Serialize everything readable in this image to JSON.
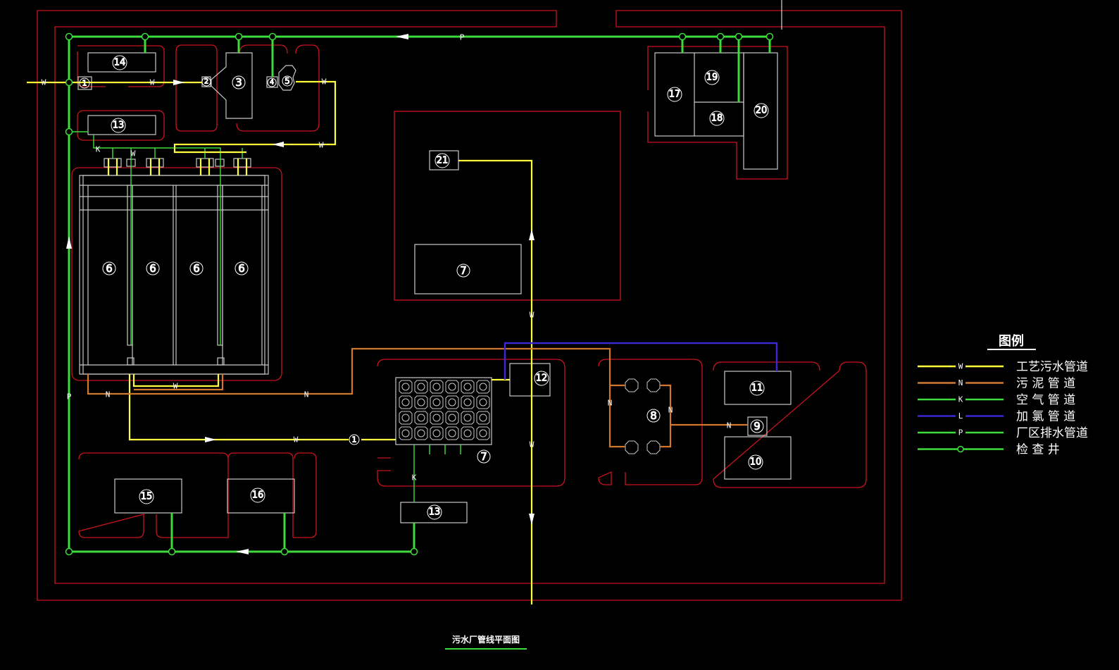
{
  "colors": {
    "background": "#000000",
    "boundary": "#c8141e",
    "wastewater": "#ffff3c",
    "sludge": "#d2782d",
    "air": "#3cdc3c",
    "chlorine": "#3c28d2",
    "drainage": "#3cdc3c",
    "structure": "#c8c8c8"
  },
  "title": "污水厂管线平面图",
  "legend": {
    "heading": "图例",
    "items": [
      {
        "code": "W",
        "label": "工艺污水管道",
        "color": "#ffff3c",
        "kind": "line"
      },
      {
        "code": "N",
        "label": "污 泥 管 道",
        "color": "#d2782d",
        "kind": "line"
      },
      {
        "code": "K",
        "label": "空 气 管 道",
        "color": "#3cdc3c",
        "kind": "line"
      },
      {
        "code": "L",
        "label": "加 氯 管 道",
        "color": "#3c28d2",
        "kind": "line"
      },
      {
        "code": "P",
        "label": "厂区排水管道",
        "color": "#3cdc3c",
        "kind": "line"
      },
      {
        "code": "",
        "label": "检 查 井",
        "color": "#3cdc3c",
        "kind": "well"
      }
    ]
  },
  "units": [
    "1",
    "2",
    "3",
    "4",
    "5",
    "6",
    "7",
    "8",
    "9",
    "10",
    "11",
    "12",
    "13",
    "14",
    "15",
    "16",
    "17",
    "18",
    "19",
    "20",
    "21"
  ],
  "pipe_codes": {
    "W": "W",
    "N": "N",
    "K": "K",
    "L": "L",
    "P": "P"
  }
}
